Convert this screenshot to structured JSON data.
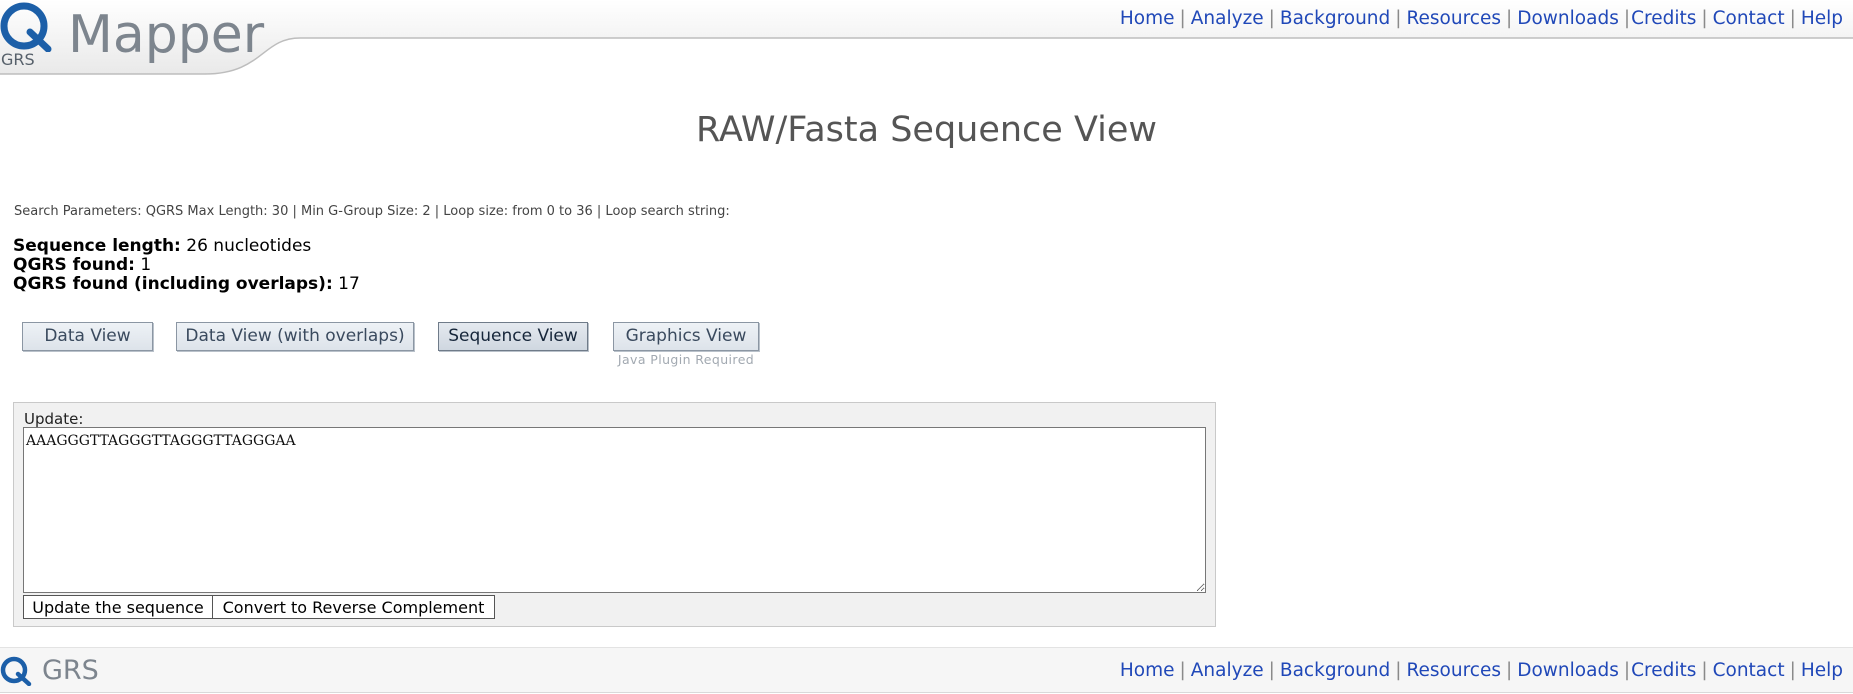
{
  "logo": {
    "mark_text": "GRS",
    "wordmark": "Mapper",
    "footer_wordmark": "GRS"
  },
  "nav": [
    "Home",
    "Analyze",
    "Background",
    "Resources",
    "Downloads",
    "Credits",
    "Contact",
    "Help"
  ],
  "page_title": "RAW/Fasta Sequence View",
  "search_params": "Search Parameters: QGRS Max Length: 30 | Min G-Group Size: 2 | Loop size: from 0 to 36 | Loop search string:",
  "stats": [
    {
      "label": "Sequence length:",
      "value": "26 nucleotides"
    },
    {
      "label": "QGRS found:",
      "value": "1"
    },
    {
      "label": "QGRS found (including overlaps):",
      "value": "17"
    }
  ],
  "views": {
    "data_view": "Data View",
    "data_view_overlaps": "Data View (with overlaps)",
    "sequence_view": "Sequence View",
    "graphics_view": "Graphics View",
    "java_note": "Java Plugin Required",
    "active": "sequence_view"
  },
  "update": {
    "label": "Update:",
    "sequence": "AAAGGGTTAGGGTTAGGGTTAGGGAA",
    "update_button": "Update the sequence",
    "revcomp_button": "Convert to Reverse Complement"
  },
  "colors": {
    "link": "#2048b8",
    "logo_blue": "#1c5fa8",
    "logo_gray": "#7d858e"
  }
}
